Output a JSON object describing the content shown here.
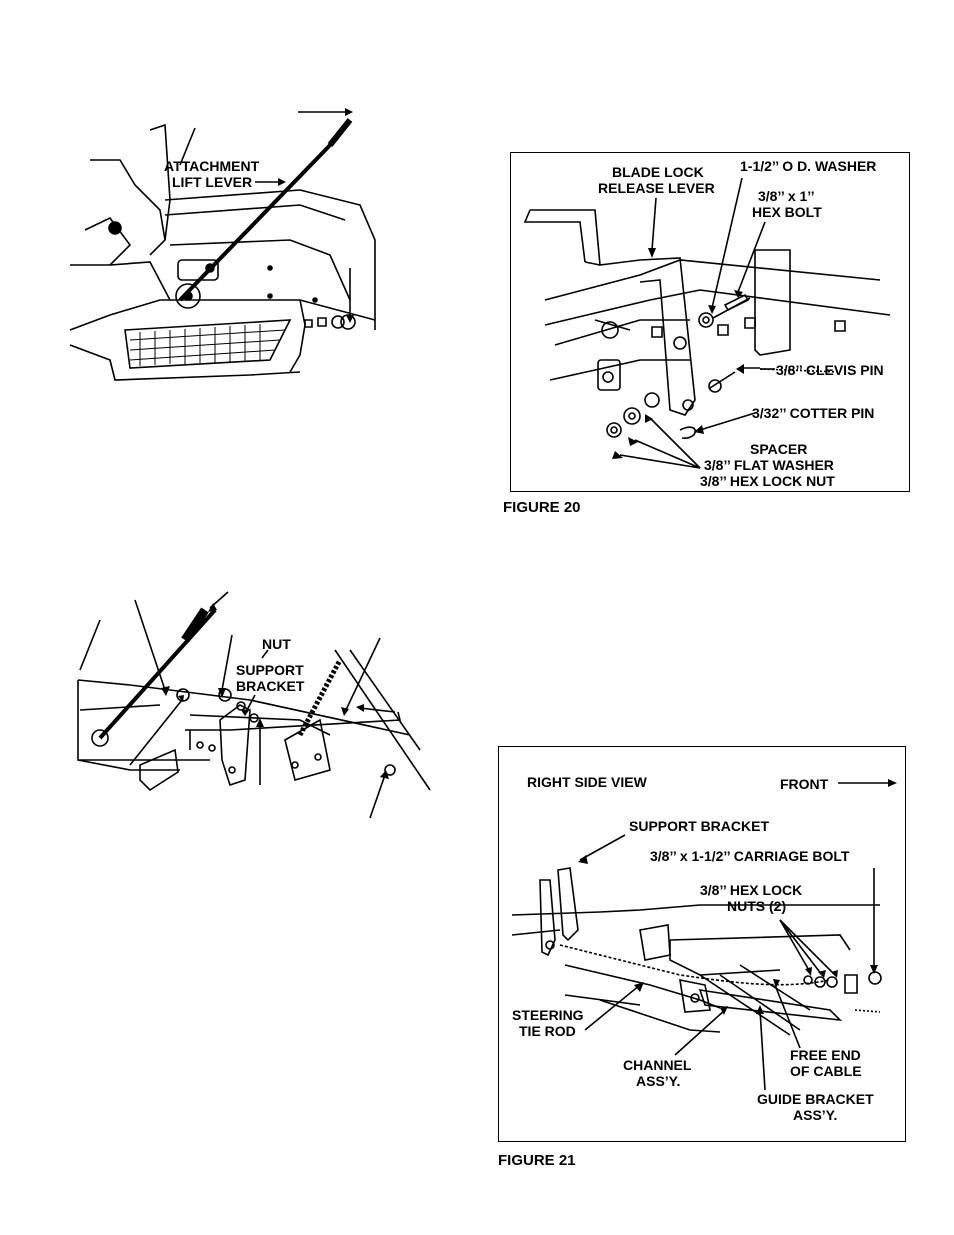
{
  "top_left_figure": {
    "labels": {
      "attachment": "ATTACHMENT",
      "lift_lever": "LIFT LEVER"
    }
  },
  "figure_20": {
    "caption": "FIGURE 20",
    "labels": {
      "blade_lock": "BLADE LOCK",
      "release_lever": "RELEASE LEVER",
      "od_washer": "1-1/2’’ O D. WASHER",
      "bolt_size": "3/8’’ x 1’’",
      "hex_bolt": "HEX BOLT",
      "clevis_pin": "3/8’’ CLEVIS PIN",
      "cotter_pin": "3/32’’ COTTER PIN",
      "spacer": "SPACER",
      "flat_washer": "3/8’’ FLAT WASHER",
      "hex_lock_nut": "3/8’’ HEX LOCK NUT"
    }
  },
  "bottom_left_figure": {
    "labels": {
      "nut": "NUT",
      "support": "SUPPORT",
      "bracket": "BRACKET"
    }
  },
  "figure_21": {
    "caption": "FIGURE 21",
    "labels": {
      "right_side_view": "RIGHT SIDE VIEW",
      "front": "FRONT",
      "support_bracket": "SUPPORT BRACKET",
      "carriage_bolt": "3/8’’ x 1-1/2’’ CARRIAGE BOLT",
      "hex_lock_nuts_1": "3/8’’ HEX LOCK",
      "hex_lock_nuts_2": "NUTS (2)",
      "steering_1": "STEERING",
      "steering_2": "TIE ROD",
      "channel_1": "CHANNEL",
      "channel_2": "ASS’Y.",
      "free_end_1": "FREE END",
      "free_end_2": "OF CABLE",
      "guide_1": "GUIDE BRACKET",
      "guide_2": "ASS’Y."
    }
  }
}
